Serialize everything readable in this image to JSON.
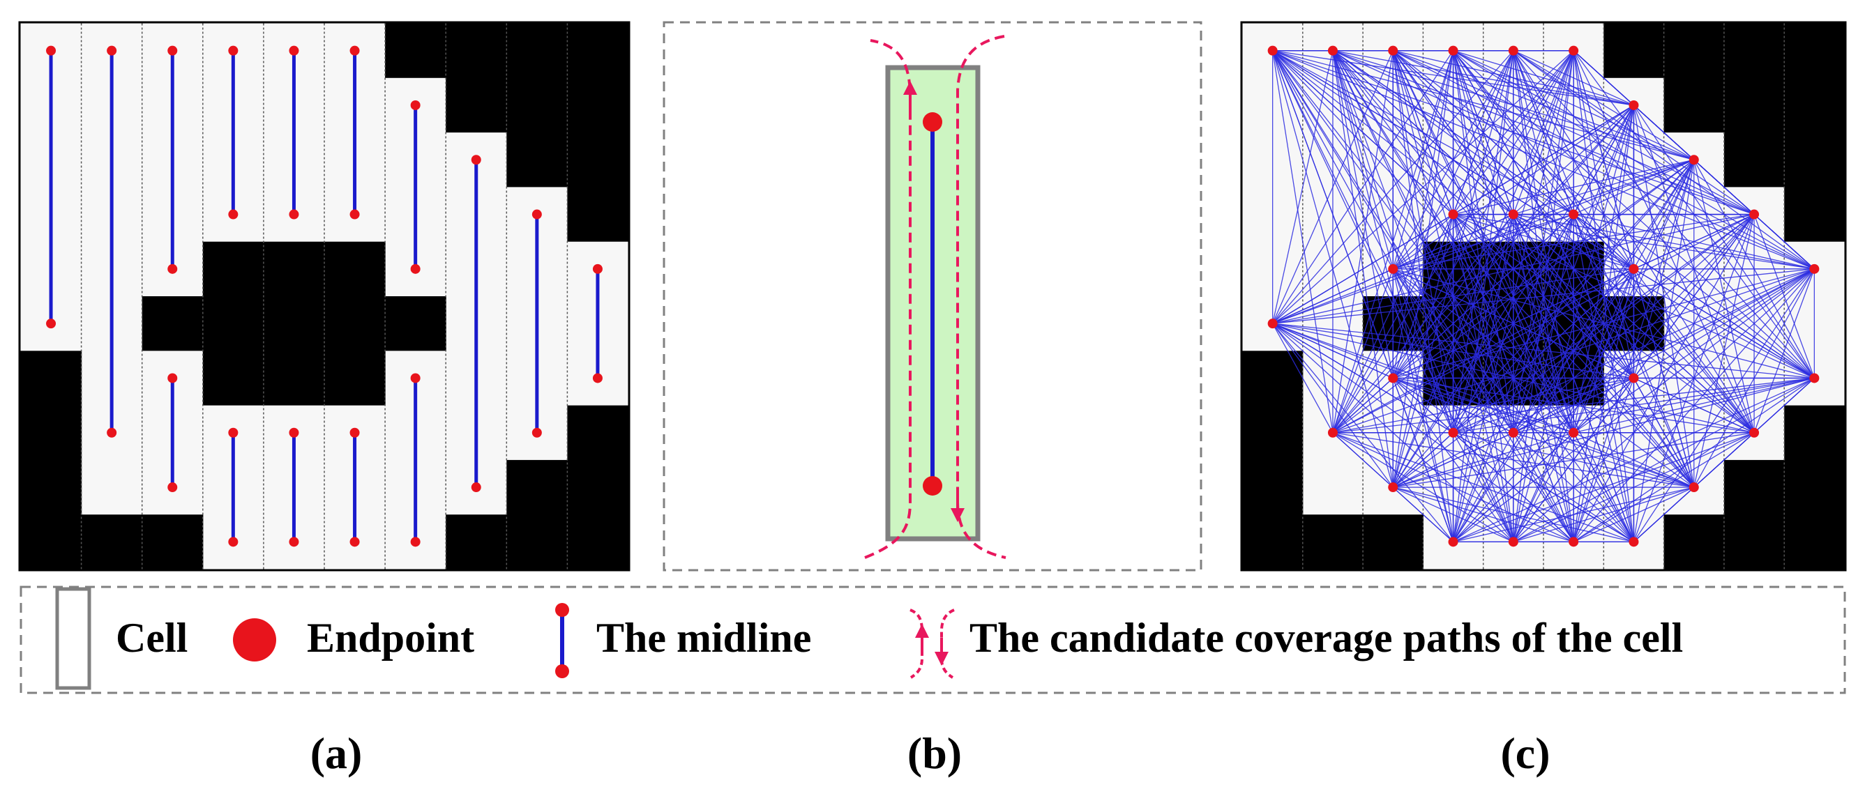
{
  "panels": {
    "a": {
      "caption": "(a)"
    },
    "b": {
      "caption": "(b)"
    },
    "c": {
      "caption": "(c)"
    }
  },
  "legend": {
    "cell_label": "Cell",
    "endpoint_label": "Endpoint",
    "midline_label": "The midline",
    "paths_label": "The candidate coverage paths of the cell"
  },
  "grid": {
    "columns": 10,
    "rows": 10,
    "cells": [
      {
        "col": 0,
        "free_top_row": 0,
        "free_bottom_row": 6,
        "midline": [
          0.5,
          5.5
        ]
      },
      {
        "col": 1,
        "free_top_row": 0,
        "free_bottom_row": 9,
        "midline": [
          0.5,
          7.5
        ]
      },
      {
        "col": 2,
        "free_top_row": 0,
        "free_bottom_row": 5,
        "midline": [
          0.5,
          4.5
        ]
      },
      {
        "col": 2,
        "free_top_row": 6,
        "free_bottom_row": 9,
        "midline": [
          6.5,
          8.5
        ]
      },
      {
        "col": 3,
        "free_top_row": 0,
        "free_bottom_row": 4,
        "midline": [
          0.5,
          3.5
        ]
      },
      {
        "col": 3,
        "free_top_row": 7,
        "free_bottom_row": 10,
        "midline": [
          7.5,
          9.5
        ]
      },
      {
        "col": 4,
        "free_top_row": 0,
        "free_bottom_row": 4,
        "midline": [
          0.5,
          3.5
        ]
      },
      {
        "col": 4,
        "free_top_row": 7,
        "free_bottom_row": 10,
        "midline": [
          7.5,
          9.5
        ]
      },
      {
        "col": 5,
        "free_top_row": 0,
        "free_bottom_row": 4,
        "midline": [
          0.5,
          3.5
        ]
      },
      {
        "col": 5,
        "free_top_row": 7,
        "free_bottom_row": 10,
        "midline": [
          7.5,
          9.5
        ]
      },
      {
        "col": 6,
        "free_top_row": 1,
        "free_bottom_row": 5,
        "midline": [
          1.5,
          4.5
        ]
      },
      {
        "col": 6,
        "free_top_row": 6,
        "free_bottom_row": 10,
        "midline": [
          6.5,
          9.5
        ]
      },
      {
        "col": 7,
        "free_top_row": 2,
        "free_bottom_row": 9,
        "midline": [
          2.5,
          8.5
        ]
      },
      {
        "col": 8,
        "free_top_row": 3,
        "free_bottom_row": 8,
        "midline": [
          3.5,
          7.5
        ]
      },
      {
        "col": 9,
        "free_top_row": 4,
        "free_bottom_row": 7,
        "midline": [
          4.5,
          6.5
        ]
      }
    ],
    "obstacles": [
      {
        "col": 0,
        "from_row": 6,
        "to_row": 10
      },
      {
        "col": 1,
        "from_row": 9,
        "to_row": 10
      },
      {
        "col": 2,
        "from_row": 5,
        "to_row": 6
      },
      {
        "col": 2,
        "from_row": 9,
        "to_row": 10
      },
      {
        "col": 3,
        "from_row": 4,
        "to_row": 7
      },
      {
        "col": 4,
        "from_row": 4,
        "to_row": 7
      },
      {
        "col": 5,
        "from_row": 4,
        "to_row": 7
      },
      {
        "col": 6,
        "from_row": 0,
        "to_row": 1
      },
      {
        "col": 6,
        "from_row": 5,
        "to_row": 6
      },
      {
        "col": 7,
        "from_row": 0,
        "to_row": 2
      },
      {
        "col": 7,
        "from_row": 9,
        "to_row": 10
      },
      {
        "col": 8,
        "from_row": 0,
        "to_row": 3
      },
      {
        "col": 8,
        "from_row": 8,
        "to_row": 10
      },
      {
        "col": 9,
        "from_row": 0,
        "to_row": 4
      },
      {
        "col": 9,
        "from_row": 7,
        "to_row": 10
      }
    ]
  },
  "colors": {
    "obstacle": "#000000",
    "free_cell": "#f7f7f7",
    "midline": "#1a1acc",
    "endpoint": "#e8141c",
    "path": "#e8175d",
    "cell_fill": "#cdf5c2",
    "cell_border": "#808080",
    "dashed_border": "#808080",
    "graph_edge": "#2a2ae0"
  }
}
